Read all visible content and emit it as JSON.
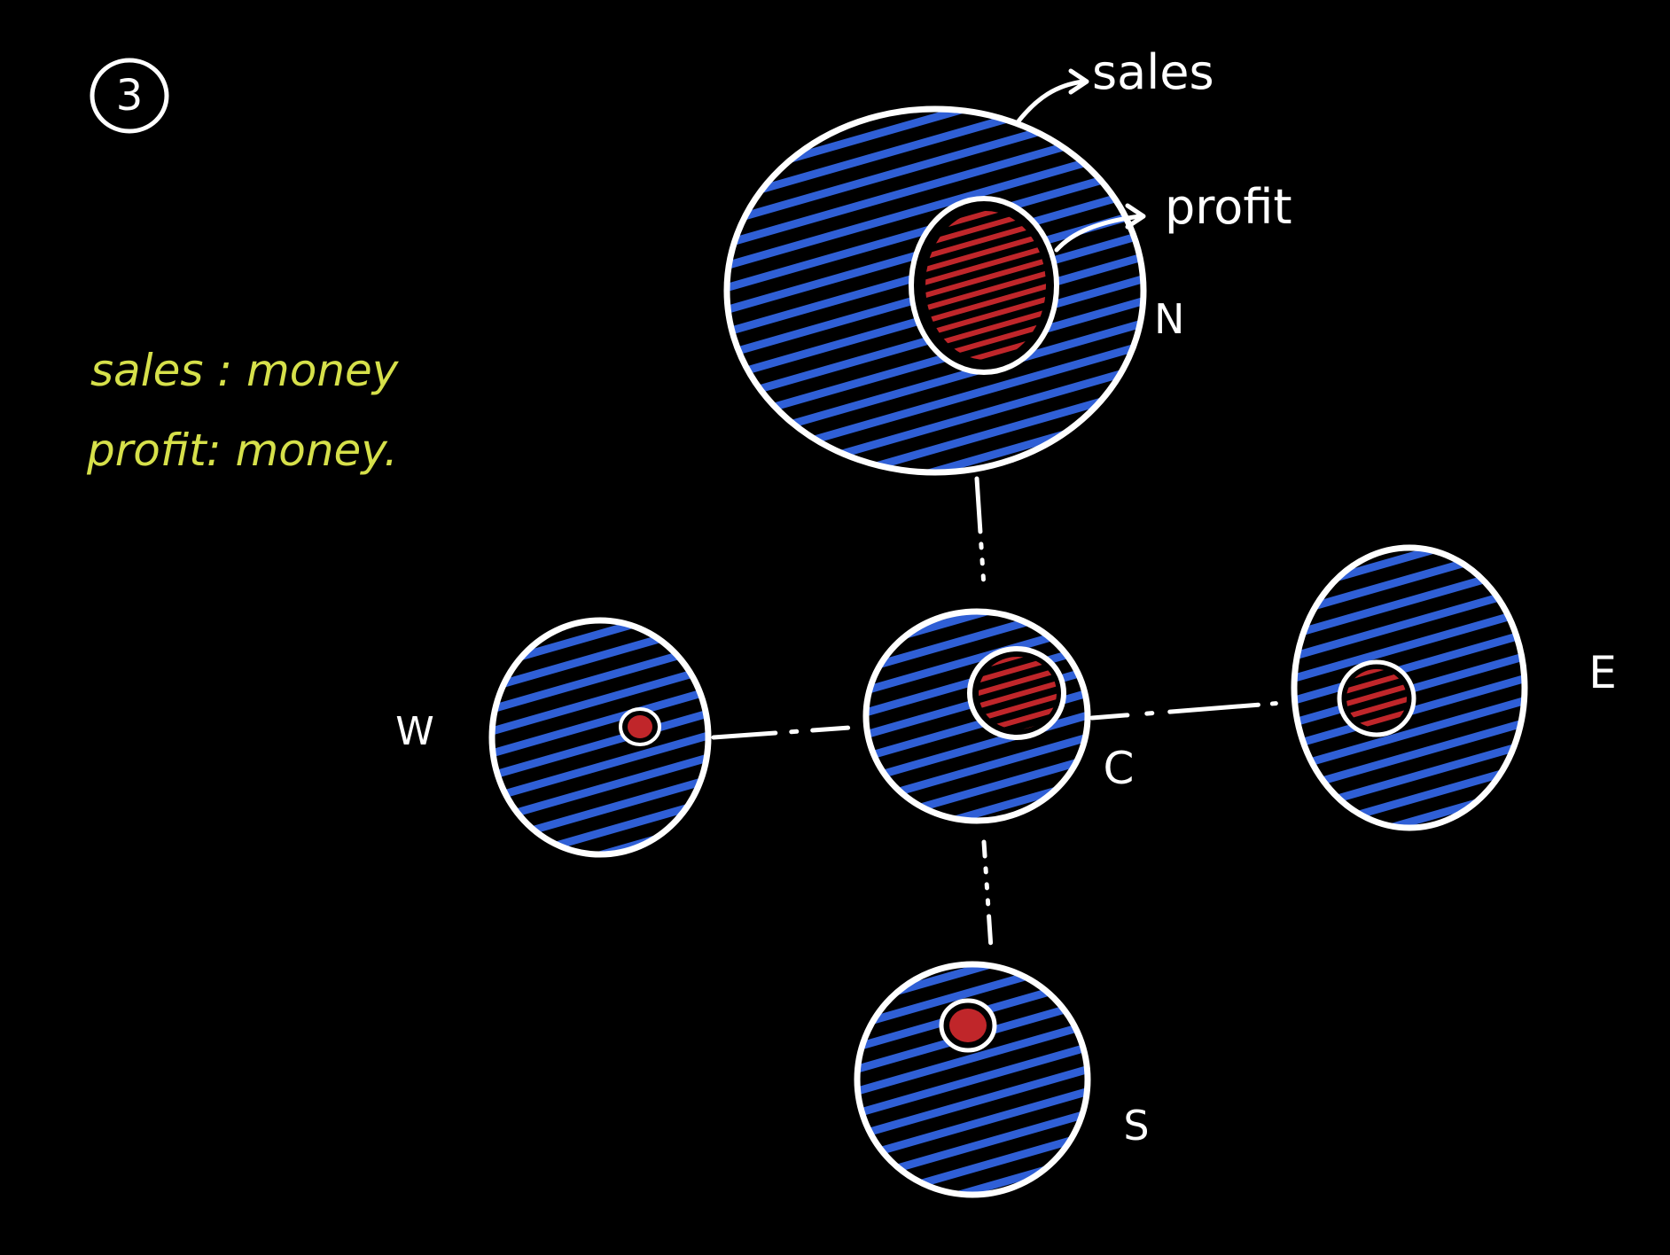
{
  "step_number": "3",
  "legend": {
    "line1": "sales : money",
    "line2": "profit: money."
  },
  "annotations": {
    "sales": "sales",
    "profit": "profit"
  },
  "regions": [
    {
      "id": "N",
      "label": "N"
    },
    {
      "id": "W",
      "label": "W"
    },
    {
      "id": "C",
      "label": "C"
    },
    {
      "id": "E",
      "label": "E"
    },
    {
      "id": "S",
      "label": "S"
    }
  ],
  "colors": {
    "background": "#000000",
    "outline": "#ffffff",
    "sales_fill": "#2f5fd6",
    "profit_fill": "#c0262a",
    "legend_text": "#d6e04a"
  }
}
